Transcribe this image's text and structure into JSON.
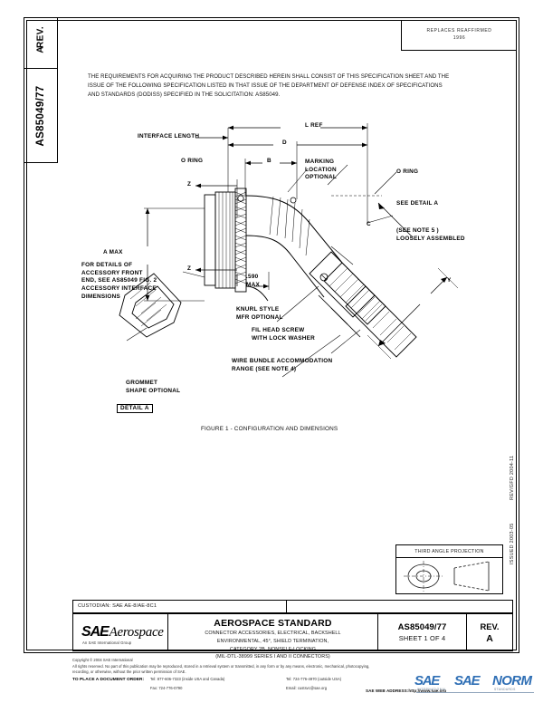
{
  "sidebar": {
    "rev_label": "REV.",
    "rev_value": "A",
    "doc_number": "AS85049/77"
  },
  "revision_stamp": {
    "line1": "REPLACES REAFFIRMED",
    "line2": "1996"
  },
  "header_paragraph": "THE REQUIREMENTS FOR ACQUIRING THE PRODUCT DESCRIBED HEREIN SHALL CONSIST OF THIS SPECIFICATION SHEET AND THE ISSUE OF THE FOLLOWING SPECIFICATION LISTED IN THAT ISSUE OF THE DEPARTMENT OF DEFENSE INDEX OF SPECIFICATIONS AND STANDARDS (DODISS) SPECIFIED IN THE SOLICITATION: AS85049.",
  "drawing": {
    "figure_caption": "FIGURE 1 - CONFIGURATION AND DIMENSIONS",
    "labels": {
      "l_ref": "L REF",
      "d_dim": "D",
      "b_dim": "B",
      "c_dim": "C",
      "y_dim": "Y",
      "z_left": "Z",
      "z_lower": "Z",
      "interface_length": "INTERFACE LENGTH",
      "o_ring_left": "O RING",
      "o_ring_right": "O RING",
      "a_max": "A MAX",
      "marking_location": "MARKING\nLOCATION\nOPTIONAL",
      "see_detail_a": "SEE DETAIL A",
      "see_note_5": "(SEE NOTE 5 )\nLOOSELY ASSEMBLED",
      "accessory_note": "FOR DETAILS OF\nACCESSORY FRONT\nEND, SEE AS85049 FIG. 2\nACCESSORY INTERFACE\nDIMENSIONS",
      "dim_590_max": ".590\nMAX",
      "knurl_style": "KNURL STYLE\nMFR OPTIONAL",
      "fil_head_screw": "FIL HEAD SCREW\nWITH LOCK WASHER",
      "wire_bundle": "WIRE BUNDLE ACCOMMODATION\nRANGE (SEE NOTE 4)",
      "grommet": "GROMMET\nSHAPE OPTIONAL",
      "detail_a_box": "DETAIL  A"
    }
  },
  "margin_notes": {
    "revised": "REV/GFD 2004-11",
    "issued": "ISSUED 2003-05"
  },
  "third_angle": {
    "title": "THIRD ANGLE PROJECTION"
  },
  "custodian": {
    "text": "CUSTODIAN: SAE AE-8/AE-8C1"
  },
  "title_block": {
    "logo_mark": "SAE",
    "logo_word": "Aerospace",
    "logo_sub": "An SAE International Group",
    "standard_title": "AEROSPACE STANDARD",
    "desc_line1": "CONNECTOR ACCESSORIES, ELECTRICAL, BACKSHELL",
    "desc_line2": "ENVIRONMENTAL, 45°, SHIELD TERMINATION,",
    "desc_line3": "CATEGORY 2B, NONSELF-LOCKING",
    "desc_line4": "(MIL-DTL-38999 SERIES I AND II CONNECTORS)",
    "doc_number": "AS85049/77",
    "sheet": "SHEET 1 OF 4",
    "rev_label": "REV.",
    "rev_value": "A"
  },
  "footer": {
    "copyright": "Copyright © 2004 SAE International",
    "rights_line1": "All rights reserved.  No part of this publication may be reproduced, stored in a retrieval system or transmitted, in any form or by any means, electronic, mechanical, photocopying,",
    "rights_line2": "recording, or otherwise, without the prior written permission of SAE.",
    "order_label": "TO PLACE A DOCUMENT ORDER:",
    "tel_inside": "Tel: 877-606-7323 (inside USA and Canada)",
    "fax": "Fax: 724-776-0790",
    "tel_outside": "Tel: 724-776-4970 (outside USA)",
    "email": "Email: custsvc@sae.org",
    "web_label": "SAE WEB ADDRESS:",
    "web_url": "http://www.sae.org",
    "watermark": {
      "sae": "SAE",
      "sae2": "SAE",
      "norm": "NORM",
      "sub1": "INTERNATIONAL",
      "sub2": "STANDARDS",
      "color": "#2f6fb5"
    }
  }
}
